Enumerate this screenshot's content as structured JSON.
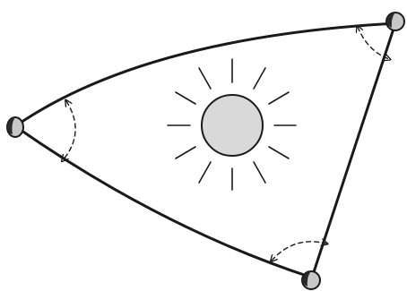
{
  "diagram": {
    "subject": "curved-triangle-around-sun",
    "colors": {
      "stroke": "#1a1a1a",
      "sun_fill": "#d9d9d9",
      "vertex_fill": "#c8c8c8",
      "vertex_shade": "#2a2a2a",
      "background": "#ffffff"
    },
    "icons": {
      "sun": "sun-icon",
      "vertex": "rock-icon",
      "angle_arc": "double-arrow-arc"
    },
    "vertex_count": 3,
    "sun_ray_count": 12
  }
}
